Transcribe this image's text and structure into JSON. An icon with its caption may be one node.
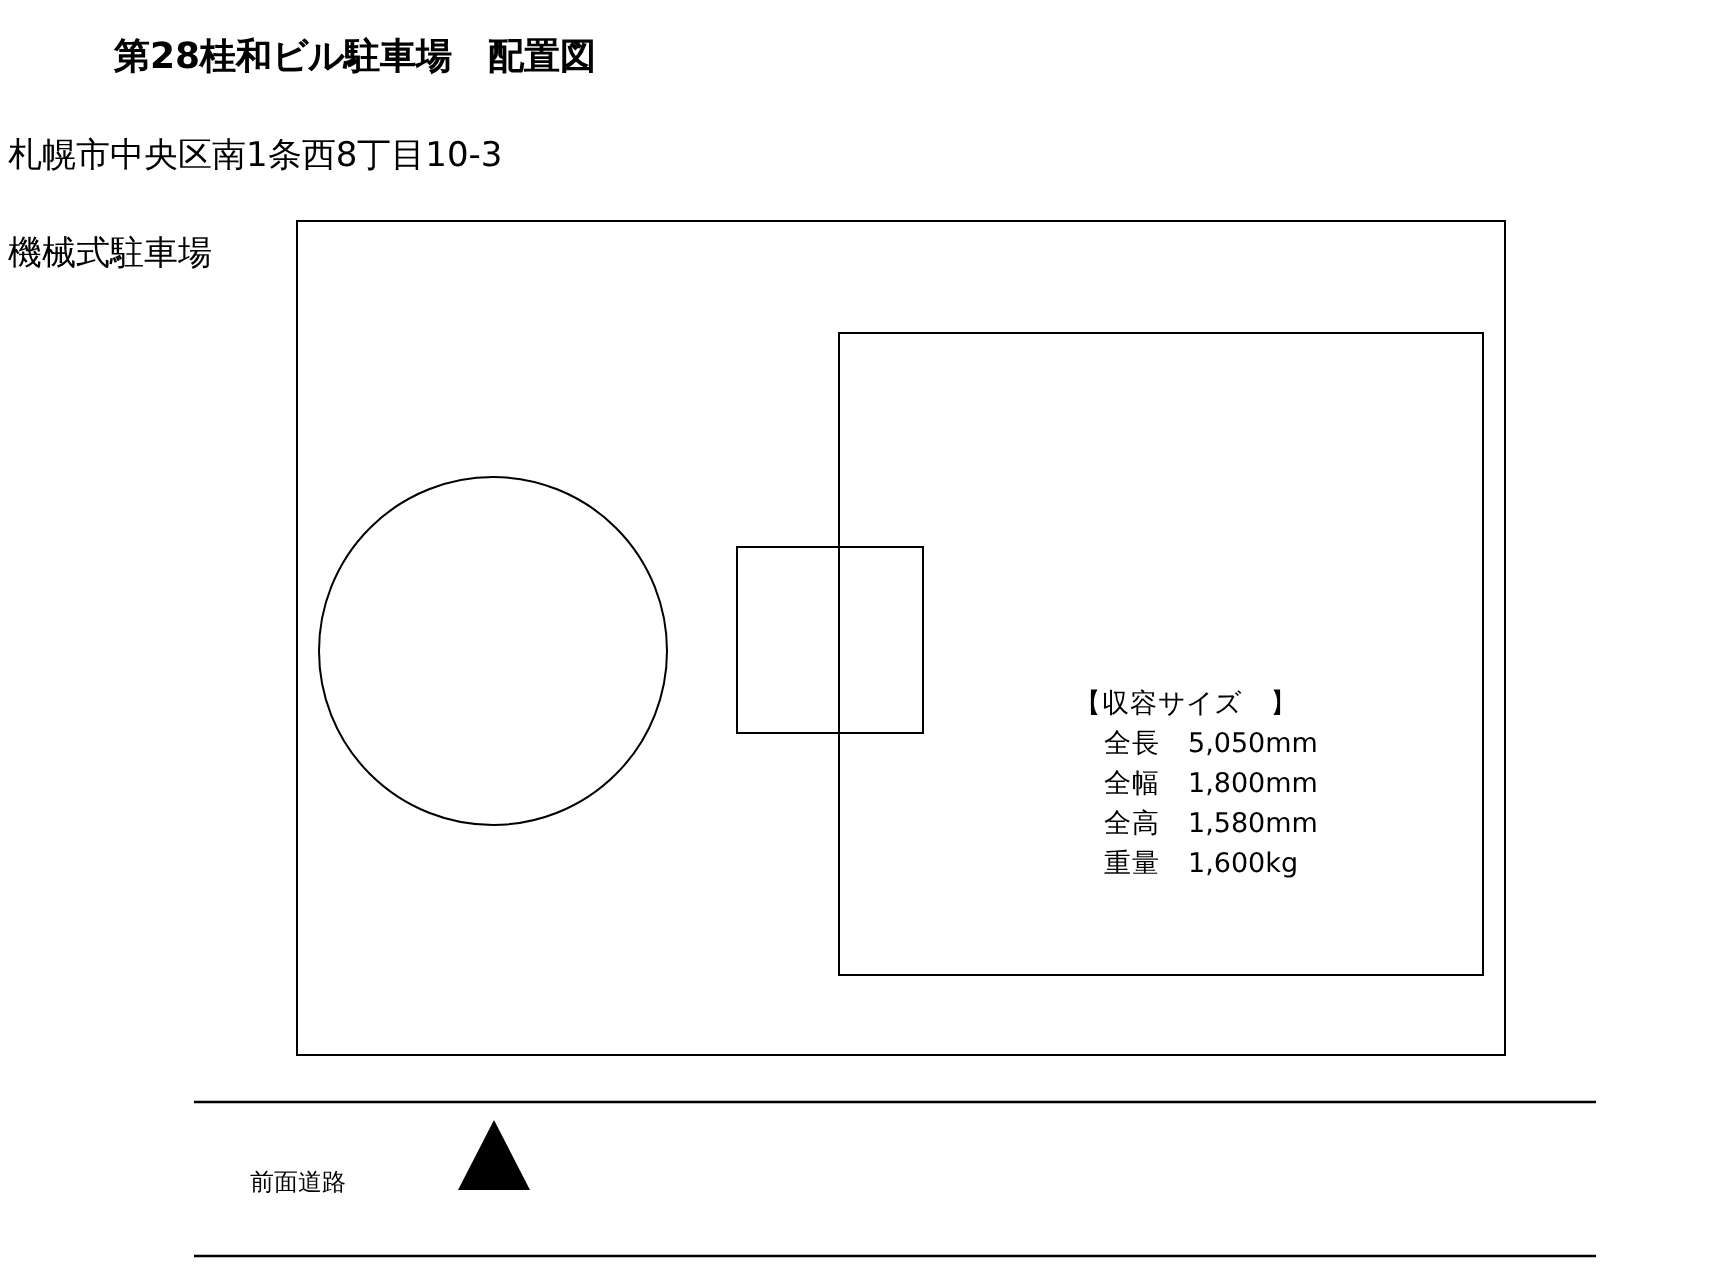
{
  "diagram": {
    "title": "第28桂和ビル駐車場　配置図",
    "nodes": [
      {
        "text": [],
        "shape": "box",
        "beside": [
          "機械式駐車場"
        ]
      },
      {
        "text": [],
        "shape": "circle",
        "in": 0
      },
      {
        "text": [],
        "shape": "box",
        "in": 0
      },
      {
        "text": [
          "【収容サイズ　】",
          "全長　5,050mm",
          "全幅　1,800mm",
          "全高　1,580mm",
          "重量　1,600kg"
        ],
        "in": 0
      }
    ],
    "edges": [],
    "labels": [
      "札幌市中央区南1条西8丁目10-3",
      "前面道路"
    ]
  }
}
